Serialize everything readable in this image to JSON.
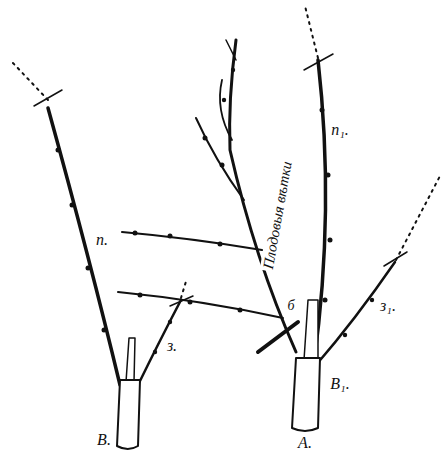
{
  "diagram": {
    "labels": [
      "п.",
      "з.",
      "В.",
      "п₁.",
      "з₁.",
      "В₁.",
      "А.",
      "б",
      "Плодовыя вѣтки"
    ]
  }
}
